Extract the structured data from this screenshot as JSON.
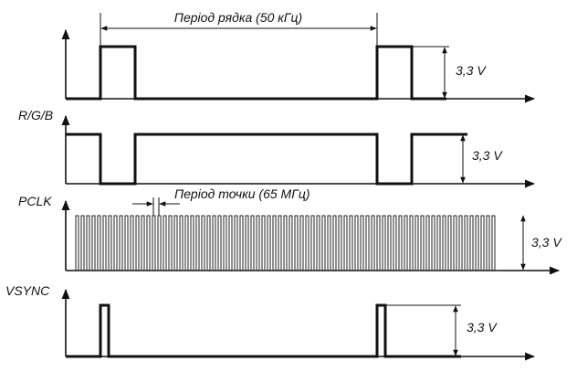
{
  "signals": {
    "hsync": {
      "period_label": "Період рядка (50 кГц)",
      "amplitude_label": "3,3 V"
    },
    "rgb": {
      "name": "R/G/B",
      "amplitude_label": "3,3 V"
    },
    "pclk": {
      "name": "PCLK",
      "period_label": "Період точки (65 МГц)",
      "amplitude_label": "3,3 V"
    },
    "vsync": {
      "name": "VSYNC",
      "amplitude_label": "3,3 V"
    }
  }
}
